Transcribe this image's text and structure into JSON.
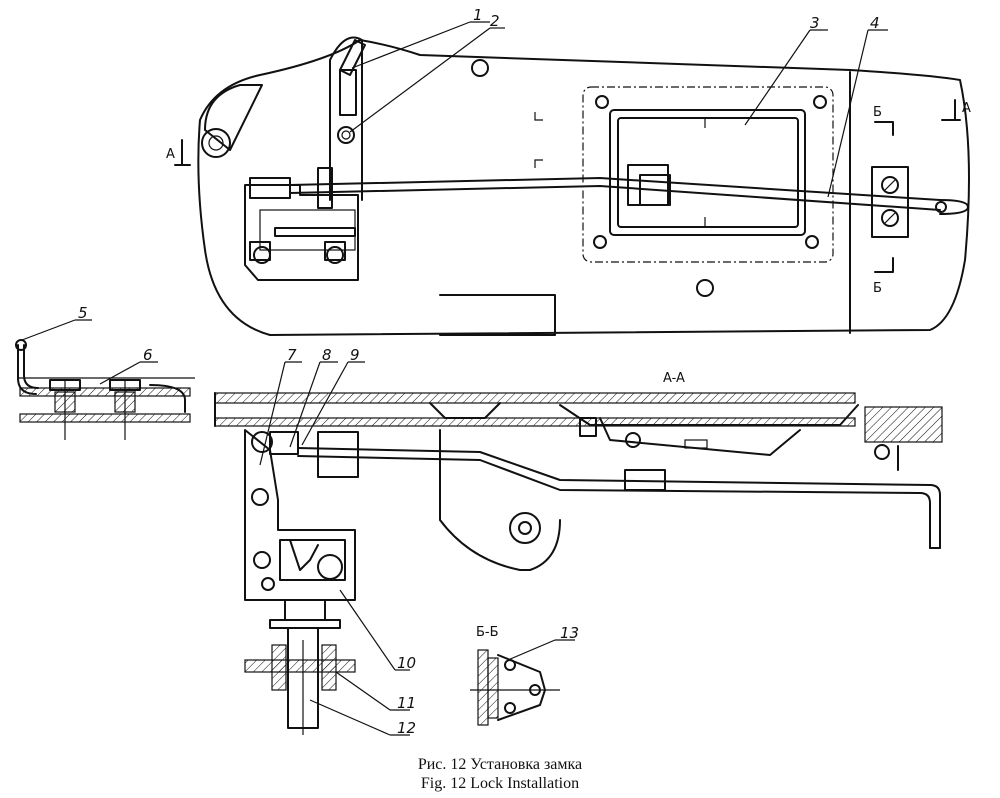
{
  "callouts": [
    "1",
    "2",
    "3",
    "4",
    "5",
    "6",
    "7",
    "8",
    "9",
    "10",
    "11",
    "12",
    "13"
  ],
  "section_marks": {
    "a_left": "A",
    "a_right": "A",
    "b_top": "Б",
    "b_bottom": "Б",
    "view_aa": "A-A",
    "view_bb": "Б-Б"
  },
  "caption": {
    "ru": "Рис. 12 Установка замка",
    "en": "Fig. 12 Lock Installation"
  }
}
